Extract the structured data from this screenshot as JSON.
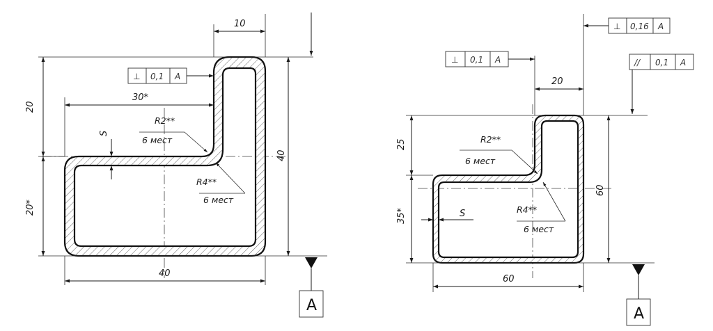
{
  "left": {
    "dim_top_width": "10",
    "dim_inner_width": "30*",
    "dim_left_upper": "20",
    "dim_left_lower": "20*",
    "dim_right_height": "40",
    "dim_bottom_width": "40",
    "label_s": "S",
    "radius_small": "R2**",
    "radius_small_count": "6 мест",
    "radius_large": "R4**",
    "radius_large_count": "6 мест",
    "tolerance": {
      "symbol": "⊥",
      "value": "0,1",
      "datum": "A"
    },
    "datum_label": "A"
  },
  "right": {
    "dim_top_width": "20",
    "dim_left_upper": "25",
    "dim_left_lower": "35*",
    "dim_right_height": "60",
    "dim_bottom_width": "60",
    "label_s": "S",
    "radius_small": "R2**",
    "radius_small_count": "6 мест",
    "radius_large": "R4**",
    "radius_large_count": "6 мест",
    "tolerance_perp_left": {
      "symbol": "⊥",
      "value": "0,1",
      "datum": "A"
    },
    "tolerance_perp_top": {
      "symbol": "⊥",
      "value": "0,16",
      "datum": "A"
    },
    "tolerance_parallel": {
      "symbol": "//",
      "value": "0,1",
      "datum": "A"
    },
    "datum_label": "A"
  }
}
